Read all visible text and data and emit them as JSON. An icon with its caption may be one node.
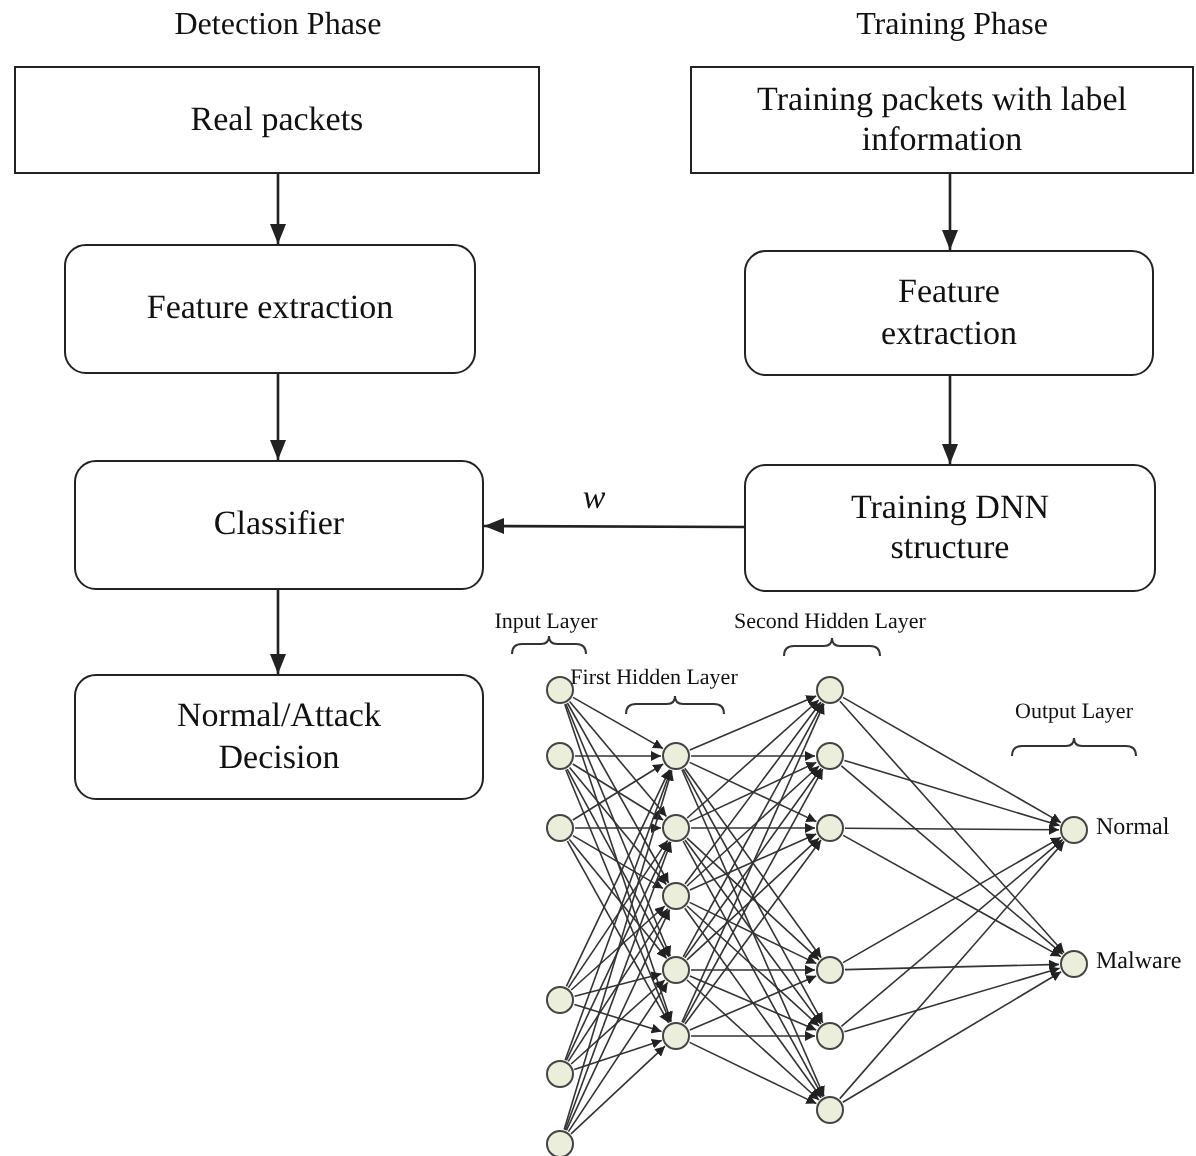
{
  "diagram": {
    "nodes": [
      {
        "text": [
          "Real packets"
        ]
      },
      {
        "text": [
          "Training packets with label information"
        ]
      },
      {
        "text": [
          "Feature extraction"
        ]
      },
      {
        "text": [
          "Feature extraction"
        ]
      },
      {
        "text": [
          "Classifier"
        ]
      },
      {
        "text": [
          "Training DNN structure"
        ]
      },
      {
        "text": [
          "Normal/Attack Decision"
        ]
      },
      {
        "text": [],
        "shape": "circle"
      },
      {
        "text": [],
        "shape": "circle"
      },
      {
        "text": [],
        "shape": "circle"
      },
      {
        "text": [],
        "shape": "circle"
      },
      {
        "text": [],
        "shape": "circle"
      },
      {
        "text": [],
        "shape": "circle"
      },
      {
        "text": [],
        "shape": "circle"
      },
      {
        "text": [],
        "shape": "circle"
      },
      {
        "text": [],
        "shape": "circle"
      },
      {
        "text": [],
        "shape": "circle"
      },
      {
        "text": [],
        "shape": "circle"
      },
      {
        "text": [],
        "shape": "circle"
      },
      {
        "text": [],
        "shape": "circle"
      },
      {
        "text": [],
        "shape": "circle"
      },
      {
        "text": [],
        "shape": "circle"
      },
      {
        "text": [],
        "shape": "circle"
      },
      {
        "text": [],
        "shape": "circle"
      },
      {
        "text": [],
        "shape": "circle",
        "beside": [
          "Normal"
        ]
      },
      {
        "text": [],
        "shape": "circle",
        "beside": [
          "Malware"
        ]
      }
    ],
    "edges": [
      {
        "from": 0,
        "to": 2,
        "arrow": "to"
      },
      {
        "from": 1,
        "to": 3,
        "arrow": "to"
      },
      {
        "from": 2,
        "to": 4,
        "arrow": "to"
      },
      {
        "from": 3,
        "to": 5,
        "arrow": "to"
      },
      {
        "from": 5,
        "to": 4,
        "arrow": "to",
        "label": "w"
      },
      {
        "from": 4,
        "to": 6,
        "arrow": "to"
      },
      {
        "from": 7,
        "to": 13,
        "arrow": "to"
      },
      {
        "from": 7,
        "to": 14,
        "arrow": "to"
      },
      {
        "from": 7,
        "to": 15,
        "arrow": "to"
      },
      {
        "from": 7,
        "to": 16,
        "arrow": "to"
      },
      {
        "from": 7,
        "to": 17,
        "arrow": "to"
      },
      {
        "from": 8,
        "to": 13,
        "arrow": "to"
      },
      {
        "from": 8,
        "to": 14,
        "arrow": "to"
      },
      {
        "from": 8,
        "to": 15,
        "arrow": "to"
      },
      {
        "from": 8,
        "to": 16,
        "arrow": "to"
      },
      {
        "from": 8,
        "to": 17,
        "arrow": "to"
      },
      {
        "from": 9,
        "to": 13,
        "arrow": "to"
      },
      {
        "from": 9,
        "to": 14,
        "arrow": "to"
      },
      {
        "from": 9,
        "to": 15,
        "arrow": "to"
      },
      {
        "from": 9,
        "to": 16,
        "arrow": "to"
      },
      {
        "from": 9,
        "to": 17,
        "arrow": "to"
      },
      {
        "from": 10,
        "to": 13,
        "arrow": "to"
      },
      {
        "from": 10,
        "to": 14,
        "arrow": "to"
      },
      {
        "from": 10,
        "to": 15,
        "arrow": "to"
      },
      {
        "from": 10,
        "to": 16,
        "arrow": "to"
      },
      {
        "from": 10,
        "to": 17,
        "arrow": "to"
      },
      {
        "from": 11,
        "to": 13,
        "arrow": "to"
      },
      {
        "from": 11,
        "to": 14,
        "arrow": "to"
      },
      {
        "from": 11,
        "to": 15,
        "arrow": "to"
      },
      {
        "from": 11,
        "to": 16,
        "arrow": "to"
      },
      {
        "from": 11,
        "to": 17,
        "arrow": "to"
      },
      {
        "from": 12,
        "to": 13,
        "arrow": "to"
      },
      {
        "from": 12,
        "to": 14,
        "arrow": "to"
      },
      {
        "from": 12,
        "to": 15,
        "arrow": "to"
      },
      {
        "from": 12,
        "to": 16,
        "arrow": "to"
      },
      {
        "from": 12,
        "to": 17,
        "arrow": "to"
      },
      {
        "from": 13,
        "to": 18,
        "arrow": "to"
      },
      {
        "from": 13,
        "to": 19,
        "arrow": "to"
      },
      {
        "from": 13,
        "to": 20,
        "arrow": "to"
      },
      {
        "from": 13,
        "to": 21,
        "arrow": "to"
      },
      {
        "from": 13,
        "to": 22,
        "arrow": "to"
      },
      {
        "from": 13,
        "to": 23,
        "arrow": "to"
      },
      {
        "from": 14,
        "to": 18,
        "arrow": "to"
      },
      {
        "from": 14,
        "to": 19,
        "arrow": "to"
      },
      {
        "from": 14,
        "to": 20,
        "arrow": "to"
      },
      {
        "from": 14,
        "to": 21,
        "arrow": "to"
      },
      {
        "from": 14,
        "to": 22,
        "arrow": "to"
      },
      {
        "from": 14,
        "to": 23,
        "arrow": "to"
      },
      {
        "from": 15,
        "to": 18,
        "arrow": "to"
      },
      {
        "from": 15,
        "to": 19,
        "arrow": "to"
      },
      {
        "from": 15,
        "to": 20,
        "arrow": "to"
      },
      {
        "from": 15,
        "to": 21,
        "arrow": "to"
      },
      {
        "from": 15,
        "to": 22,
        "arrow": "to"
      },
      {
        "from": 15,
        "to": 23,
        "arrow": "to"
      },
      {
        "from": 16,
        "to": 18,
        "arrow": "to"
      },
      {
        "from": 16,
        "to": 19,
        "arrow": "to"
      },
      {
        "from": 16,
        "to": 20,
        "arrow": "to"
      },
      {
        "from": 16,
        "to": 21,
        "arrow": "to"
      },
      {
        "from": 16,
        "to": 22,
        "arrow": "to"
      },
      {
        "from": 16,
        "to": 23,
        "arrow": "to"
      },
      {
        "from": 17,
        "to": 18,
        "arrow": "to"
      },
      {
        "from": 17,
        "to": 19,
        "arrow": "to"
      },
      {
        "from": 17,
        "to": 20,
        "arrow": "to"
      },
      {
        "from": 17,
        "to": 21,
        "arrow": "to"
      },
      {
        "from": 17,
        "to": 22,
        "arrow": "to"
      },
      {
        "from": 17,
        "to": 23,
        "arrow": "to"
      },
      {
        "from": 18,
        "to": 24,
        "arrow": "to"
      },
      {
        "from": 18,
        "to": 25,
        "arrow": "to"
      },
      {
        "from": 19,
        "to": 24,
        "arrow": "to"
      },
      {
        "from": 19,
        "to": 25,
        "arrow": "to"
      },
      {
        "from": 20,
        "to": 24,
        "arrow": "to"
      },
      {
        "from": 20,
        "to": 25,
        "arrow": "to"
      },
      {
        "from": 21,
        "to": 24,
        "arrow": "to"
      },
      {
        "from": 21,
        "to": 25,
        "arrow": "to"
      },
      {
        "from": 22,
        "to": 24,
        "arrow": "to"
      },
      {
        "from": 22,
        "to": 25,
        "arrow": "to"
      },
      {
        "from": 23,
        "to": 24,
        "arrow": "to"
      },
      {
        "from": 23,
        "to": 25,
        "arrow": "to"
      }
    ],
    "labels": [
      "Detection Phase",
      "Training Phase",
      "Input Layer",
      "Second Hidden Layer",
      "First Hidden Layer",
      "Output Layer"
    ]
  }
}
